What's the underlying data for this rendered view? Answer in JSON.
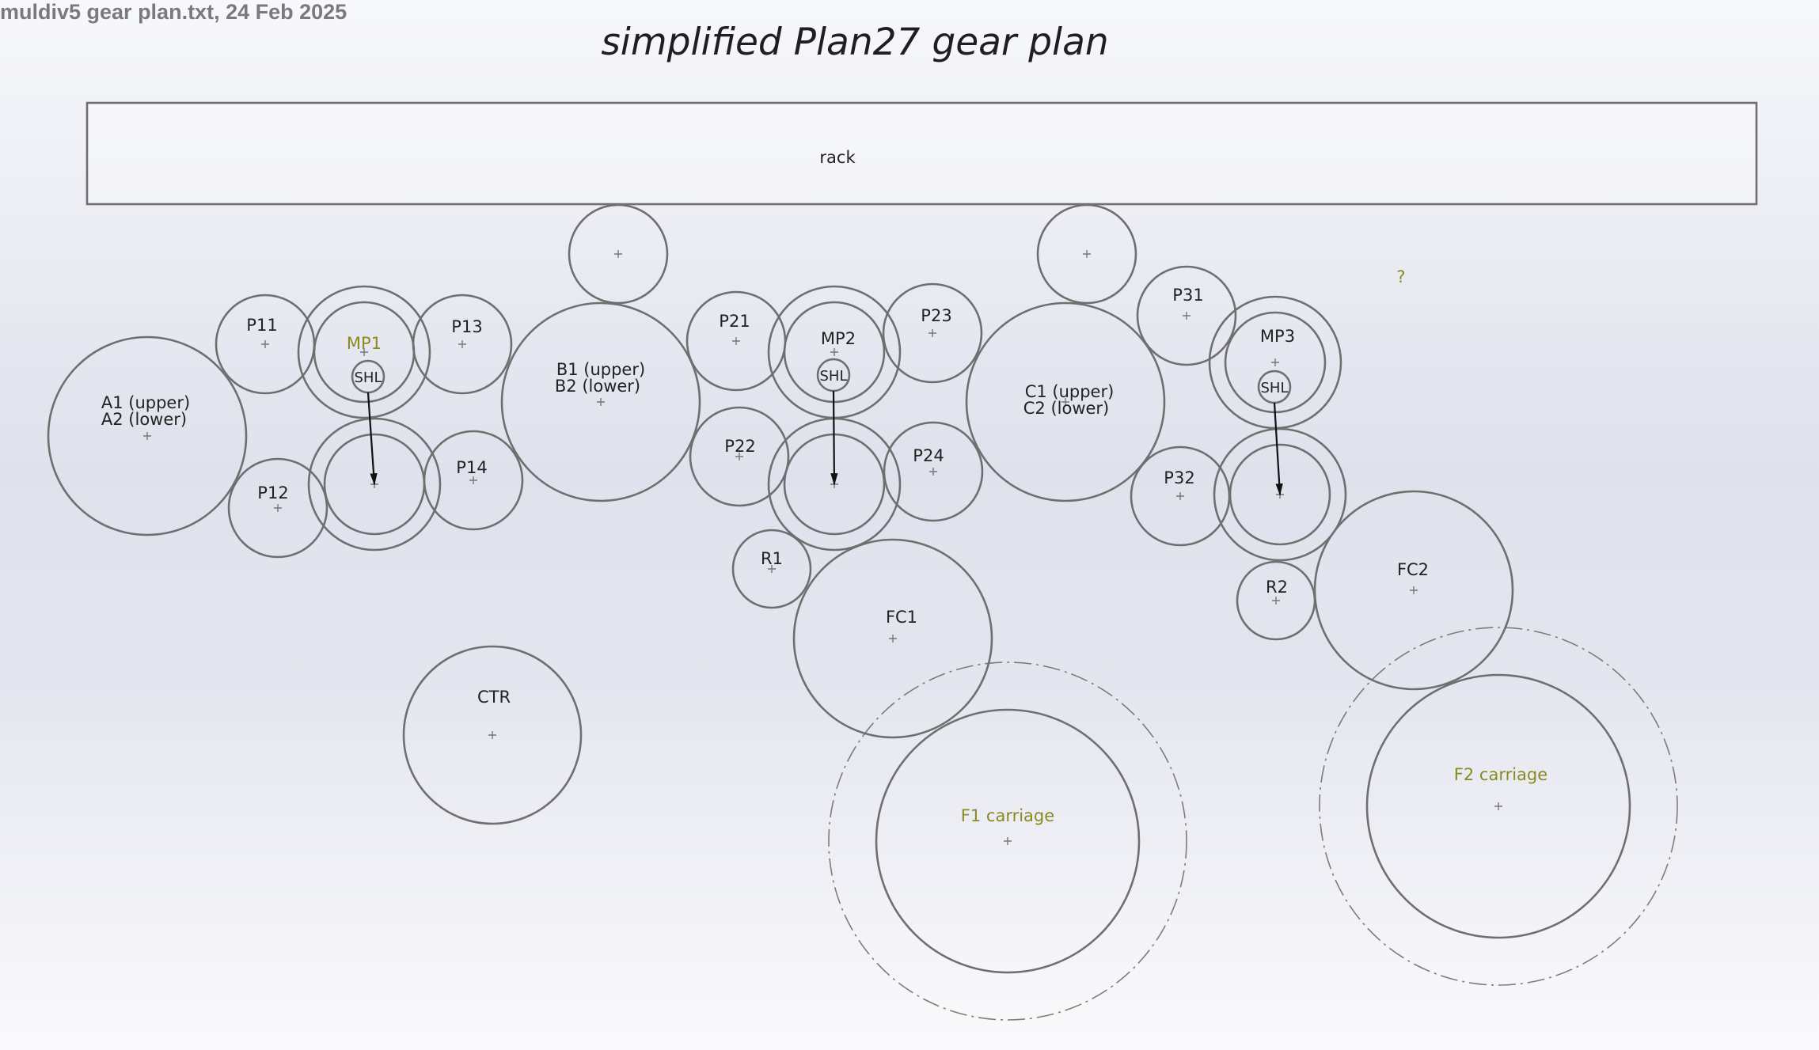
{
  "header": {
    "file_info": "muldiv5 gear plan.txt, 24 Feb 2025"
  },
  "title": "simplified Plan27 gear plan",
  "rack_label": "rack",
  "question_mark": "?",
  "labels": {
    "P11": "P11",
    "P12": "P12",
    "P13": "P13",
    "P14": "P14",
    "MP1": "MP1",
    "A1": "A1 (upper)",
    "A2": "A2 (lower)",
    "B1": "B1 (upper)",
    "B2": "B2 (lower)",
    "P21": "P21",
    "P22": "P22",
    "P23": "P23",
    "P24": "P24",
    "MP2": "MP2",
    "R1": "R1",
    "FC1": "FC1",
    "C1": "C1 (upper)",
    "C2": "C2 (lower)",
    "P31": "P31",
    "P32": "P32",
    "MP3": "MP3",
    "R2": "R2",
    "FC2": "FC2",
    "CTR": "CTR",
    "F1": "F1 carriage",
    "F2": "F2 carriage",
    "SHL1": "SHL",
    "SHL2": "SHL",
    "SHL3": "SHL"
  },
  "colors": {
    "gear_outline": "#6f6f6f",
    "highlight_label": "#8a8a22",
    "text": "#222222"
  }
}
